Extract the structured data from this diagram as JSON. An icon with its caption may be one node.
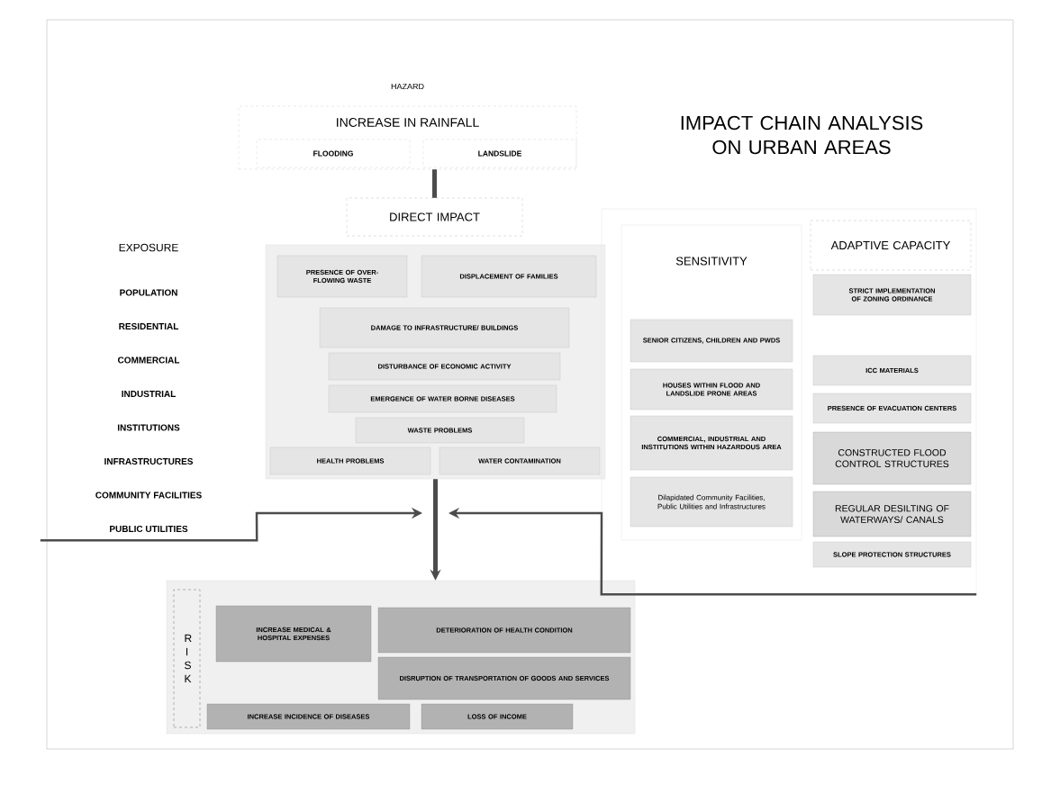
{
  "diagram": {
    "title": "IMPACT CHAIN ANALYSIS ON URBAN AREAS",
    "nodes": [
      {
        "text": [
          "HAZARD",
          "INCREASE IN RAINFALL"
        ]
      },
      {
        "text": [
          "FLOODING"
        ],
        "in": 0
      },
      {
        "text": [
          "LANDSLIDE"
        ],
        "in": 0
      },
      {
        "text": [
          "DIRECT IMPACT"
        ]
      },
      {
        "text": [],
        "shape": "box"
      },
      {
        "text": [
          "PRESENCE OF OVER-FLOWING WASTE"
        ],
        "in": 4
      },
      {
        "text": [
          "DISPLACEMENT OF FAMILIES"
        ],
        "in": 4
      },
      {
        "text": [
          "DAMAGE TO INFRASTRUCTURE/ BUILDINGS"
        ],
        "in": 4
      },
      {
        "text": [
          "DISTURBANCE OF ECONOMIC ACTIVITY"
        ],
        "in": 4
      },
      {
        "text": [
          "EMERGENCE OF WATER BORNE DISEASES"
        ],
        "in": 4
      },
      {
        "text": [
          "WASTE PROBLEMS"
        ],
        "in": 4
      },
      {
        "text": [
          "HEALTH PROBLEMS"
        ],
        "in": 4
      },
      {
        "text": [
          "WATER CONTAMINATION"
        ],
        "in": 4
      },
      {
        "text": [
          "EXPOSURE",
          "POPULATION",
          "RESIDENTIAL",
          "COMMERCIAL",
          "INDUSTRIAL",
          "INSTITUTIONS",
          "INFRASTRUCTURES",
          "COMMUNITY FACILITIES",
          "PUBLIC UTILITIES"
        ]
      },
      {
        "text": [],
        "shape": "box"
      },
      {
        "text": [
          "SENSITIVITY"
        ],
        "in": 14
      },
      {
        "text": [
          "SENIOR CITIZENS, CHILDREN AND PWDS"
        ],
        "in": 15
      },
      {
        "text": [
          "HOUSES WITHIN FLOOD AND LANDSLIDE PRONE AREAS"
        ],
        "in": 15
      },
      {
        "text": [
          "COMMERCIAL, INDUSTRIAL AND INSTITUTIONS WITHIN HAZARDOUS AREA"
        ],
        "in": 15
      },
      {
        "text": [
          "Dilapidated Community Facilities, Public Utilities and Infrastructures"
        ],
        "in": 15
      },
      {
        "text": [
          "ADAPTIVE CAPACITY"
        ],
        "in": 14
      },
      {
        "text": [
          "STRICT IMPLEMENTATION OF ZONING ORDINANCE"
        ],
        "in": 14
      },
      {
        "text": [
          "ICC MATERIALS"
        ],
        "in": 14
      },
      {
        "text": [
          "PRESENCE OF EVACUATION CENTERS"
        ],
        "in": 14
      },
      {
        "text": [
          "CONSTRUCTED FLOOD CONTROL STRUCTURES"
        ],
        "in": 14
      },
      {
        "text": [
          "REGULAR DESILTING OF WATERWAYS/ CANALS"
        ],
        "in": 14
      },
      {
        "text": [
          "SLOPE PROTECTION STRUCTURES"
        ],
        "in": 14
      },
      {
        "text": [],
        "shape": "box"
      },
      {
        "text": [
          "R I S K"
        ],
        "in": 27
      },
      {
        "text": [
          "INCREASE MEDICAL & HOSPITAL EXPENSES"
        ],
        "in": 27
      },
      {
        "text": [
          "DETERIORATION OF HEALTH CONDITION"
        ],
        "in": 27
      },
      {
        "text": [
          "DISRUPTION OF TRANSPORTATION OF GOODS AND SERVICES"
        ],
        "in": 27
      },
      {
        "text": [
          "INCREASE INCIDENCE OF DISEASES"
        ],
        "in": 27
      },
      {
        "text": [
          "LOSS OF INCOME"
        ],
        "in": 27
      }
    ],
    "edges": [
      {
        "from": 0,
        "to": 3,
        "arrow": "none",
        "style": "thick"
      },
      {
        "from": 4,
        "to": 27,
        "arrow": "to",
        "style": "thick"
      },
      {
        "from": 13,
        "to": null,
        "arrow": "to"
      },
      {
        "from": 14,
        "to": null,
        "arrow": "to"
      }
    ]
  }
}
